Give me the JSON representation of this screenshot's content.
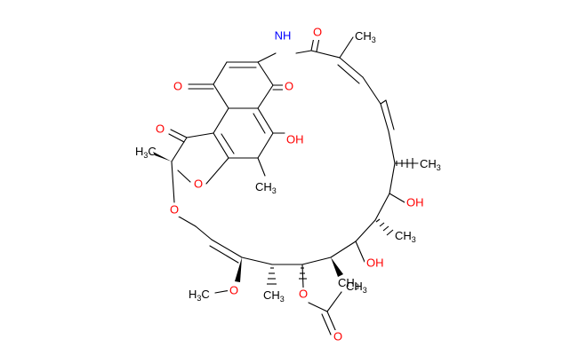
{
  "colors": {
    "carbon": "#000000",
    "oxygen": "#ff0000",
    "nitrogen": "#0000ff",
    "background": "#ffffff"
  },
  "atoms": {
    "nh": "NH",
    "o_amide": "O",
    "o_quinone_left": "O",
    "o_quinone_right": "O",
    "oh_phenol": "OH",
    "o_lactone_carbonyl": "O",
    "h3c_ketal": "H3C",
    "o_furan": "O",
    "ch3_aryl": "CH3",
    "o_ketal_ether": "O",
    "ch3_c20": "CH3",
    "oh_c21": "OH",
    "ch3_c22": "CH3",
    "oh_c23": "OH",
    "ch3_c24": "CH3",
    "ch3_c26": "CH3",
    "o_acetoxy": "O",
    "o_acetyl_carbonyl": "O",
    "ch3_acetyl": "CH3",
    "o_methoxy": "O",
    "h3c_methoxy": "H3C",
    "ch3_c16": "CH3"
  }
}
